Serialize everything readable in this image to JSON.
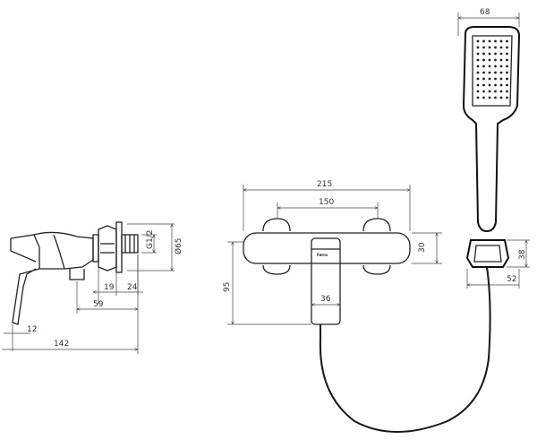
{
  "dimensions": {
    "handshower_width": "68",
    "overall_width": "215",
    "center_distance": "150",
    "wall_thread": "G1/2",
    "rosette_diameter": "Ø65",
    "body_height": "30",
    "holder_height": "38",
    "holder_depth": "52",
    "lever_height": "95",
    "lever_width": "36",
    "side_19": "19",
    "side_24": "24",
    "side_59": "59",
    "side_12": "12",
    "side_142": "142"
  },
  "logo_text": "Ferro"
}
